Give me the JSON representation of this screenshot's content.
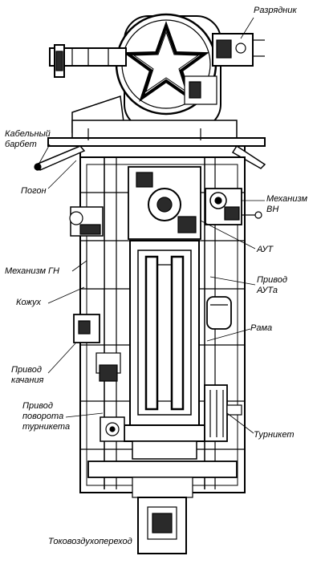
{
  "labels": {
    "razryadnik": "Разрядник",
    "kabelny_barbet_1": "Кабельный",
    "kabelny_barbet_2": "барбет",
    "pogon": "Погон",
    "mekhanizm_vn_1": "Механизм",
    "mekhanizm_vn_2": "ВН",
    "aut": "АУТ",
    "mekhanizm_gn": "Механизм ГН",
    "privod_auta_1": "Привод",
    "privod_auta_2": "АУТа",
    "kozhukh": "Кожух",
    "rama": "Рама",
    "privod_kachaniya_1": "Привод",
    "privod_kachaniya_2": "качания",
    "privod_povorota_1": "Привод",
    "privod_povorota_2": "поворота",
    "privod_povorota_3": "турникета",
    "turniket": "Турникет",
    "tokovozdukhoperekhod": "Токовоздухопереход"
  },
  "colors": {
    "ink": "#000000",
    "paper": "#ffffff",
    "shade": "#3a3a3a"
  }
}
